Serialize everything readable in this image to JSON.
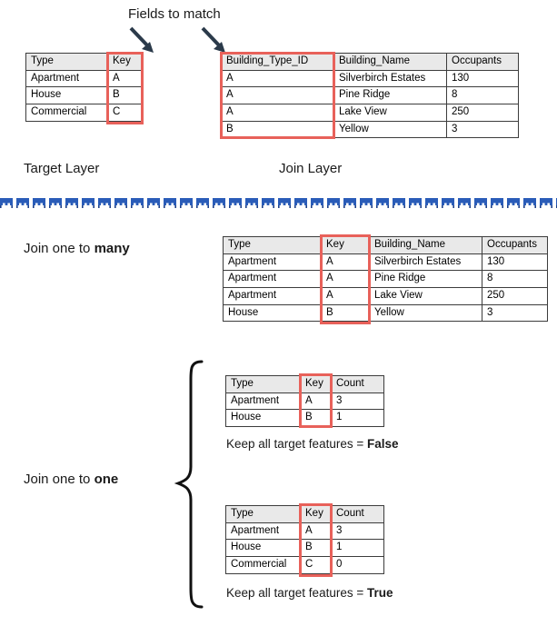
{
  "diagram": {
    "title_note": "Fields to match",
    "colors": {
      "highlight": "#e8615a",
      "arrow": "#2b3a4a",
      "divider": "#2a5cb8",
      "header_fill": "#e9e9e9",
      "border": "#3c3c3c"
    },
    "labels": {
      "target_layer": "Target Layer",
      "join_layer": "Join Layer",
      "join_one_to_many_prefix": "Join one to ",
      "join_one_to_many_emphasis": "many",
      "join_one_to_one_prefix": "Join one to ",
      "join_one_to_one_emphasis": "one",
      "keep_all_prefix": "Keep all target features = ",
      "keep_all_false": "False",
      "keep_all_true": "True"
    },
    "icons": {
      "arrow_left": "arrow-down-right-icon",
      "arrow_right": "arrow-down-right-icon",
      "brace": "curly-brace-icon",
      "divider": "dashed-divider-icon"
    }
  },
  "tables": {
    "target_layer": {
      "name": "Target Layer",
      "columns": [
        "Type",
        "Key"
      ],
      "highlight_column": "Key",
      "rows": [
        [
          "Apartment",
          "A"
        ],
        [
          "House",
          "B"
        ],
        [
          "Commercial",
          "C"
        ]
      ]
    },
    "join_layer": {
      "name": "Join Layer",
      "columns": [
        "Building_Type_ID",
        "Building_Name",
        "Occupants"
      ],
      "highlight_column": "Building_Type_ID",
      "rows": [
        [
          "A",
          "Silverbirch Estates",
          "130"
        ],
        [
          "A",
          "Pine Ridge",
          "8"
        ],
        [
          "A",
          "Lake View",
          "250"
        ],
        [
          "B",
          "Yellow",
          "3"
        ]
      ]
    },
    "one_to_many_result": {
      "name": "Join one to many",
      "columns": [
        "Type",
        "Key",
        "Building_Name",
        "Occupants"
      ],
      "highlight_column": "Key",
      "rows": [
        [
          "Apartment",
          "A",
          "Silverbirch Estates",
          "130"
        ],
        [
          "Apartment",
          "A",
          "Pine Ridge",
          "8"
        ],
        [
          "Apartment",
          "A",
          "Lake View",
          "250"
        ],
        [
          "House",
          "B",
          "Yellow",
          "3"
        ]
      ]
    },
    "one_to_one_false": {
      "name": "Join one to one, keep all target features = False",
      "columns": [
        "Type",
        "Key",
        "Count"
      ],
      "highlight_column": "Key",
      "rows": [
        [
          "Apartment",
          "A",
          "3"
        ],
        [
          "House",
          "B",
          "1"
        ]
      ]
    },
    "one_to_one_true": {
      "name": "Join one to one, keep all target features = True",
      "columns": [
        "Type",
        "Key",
        "Count"
      ],
      "highlight_column": "Key",
      "rows": [
        [
          "Apartment",
          "A",
          "3"
        ],
        [
          "House",
          "B",
          "1"
        ],
        [
          "Commercial",
          "C",
          "0"
        ]
      ]
    }
  }
}
